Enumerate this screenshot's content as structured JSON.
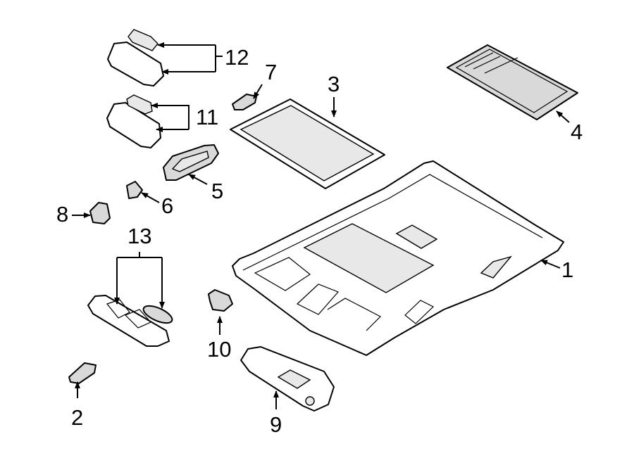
{
  "callouts": [
    {
      "id": "1",
      "text": "1"
    },
    {
      "id": "2",
      "text": "2"
    },
    {
      "id": "3",
      "text": "3"
    },
    {
      "id": "4",
      "text": "4"
    },
    {
      "id": "5",
      "text": "5"
    },
    {
      "id": "6",
      "text": "6"
    },
    {
      "id": "7",
      "text": "7"
    },
    {
      "id": "8",
      "text": "8"
    },
    {
      "id": "9",
      "text": "9"
    },
    {
      "id": "10",
      "text": "10"
    },
    {
      "id": "11",
      "text": "11"
    },
    {
      "id": "12",
      "text": "12"
    },
    {
      "id": "13",
      "text": "13"
    }
  ],
  "colors": {
    "line": "#000000",
    "background": "#ffffff",
    "shade": "#d9d9d9"
  }
}
